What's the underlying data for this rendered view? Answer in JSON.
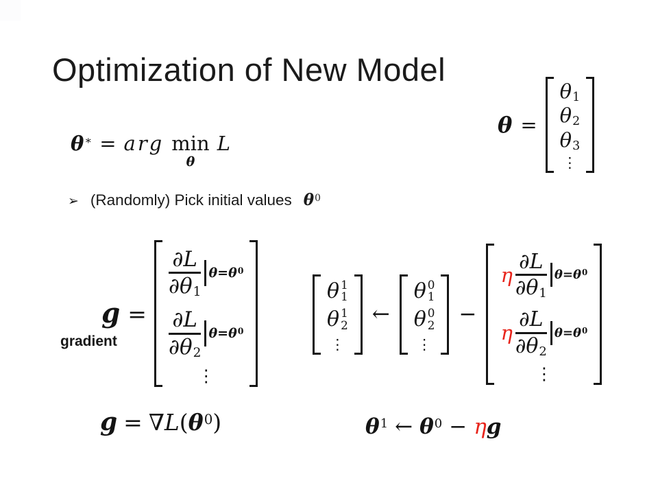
{
  "slide": {
    "title": "Optimization of New Model",
    "accent_red": "#e8251c"
  },
  "theta_def": {
    "lhs": "θ",
    "eq": "=",
    "rows": [
      {
        "base": "θ",
        "sub": "1"
      },
      {
        "base": "θ",
        "sub": "2"
      },
      {
        "base": "θ",
        "sub": "3"
      }
    ],
    "dots": "⋮"
  },
  "argmin": {
    "theta": "θ",
    "star": "∗",
    "eq": "=",
    "arg": "arg",
    "min": "min",
    "min_sub": "θ",
    "loss": "L"
  },
  "bullet": {
    "marker": "➢",
    "text": "(Randomly) Pick initial values",
    "theta": "θ",
    "sup": "0"
  },
  "gradient": {
    "label": "gradient",
    "lhs": "g",
    "eq": "=",
    "rows": [
      {
        "num": "∂L",
        "den": "∂θ",
        "den_sub": "1",
        "cond": "θ=θ",
        "cond_sup": "0"
      },
      {
        "num": "∂L",
        "den": "∂θ",
        "den_sub": "2",
        "cond": "θ=θ",
        "cond_sup": "0"
      }
    ],
    "dots": "⋮"
  },
  "update": {
    "vec_new": {
      "rows": [
        {
          "base": "θ",
          "sup": "1",
          "sub": "1"
        },
        {
          "base": "θ",
          "sup": "1",
          "sub": "2"
        }
      ],
      "dots": "⋮"
    },
    "arrow": "←",
    "vec_old": {
      "rows": [
        {
          "base": "θ",
          "sup": "0",
          "sub": "1"
        },
        {
          "base": "θ",
          "sup": "0",
          "sub": "2"
        }
      ],
      "dots": "⋮"
    },
    "minus": "−",
    "vec_grad": {
      "rows": [
        {
          "eta": "η",
          "num": "∂L",
          "den": "∂θ",
          "den_sub": "1",
          "cond": "θ=θ",
          "cond_sup": "0"
        },
        {
          "eta": "η",
          "num": "∂L",
          "den": "∂θ",
          "den_sub": "2",
          "cond": "θ=θ",
          "cond_sup": "0"
        }
      ],
      "dots": "⋮"
    }
  },
  "grad_formula": {
    "lhs": "g",
    "eq": "=",
    "nabla": "∇",
    "loss": "L",
    "lparen": "(",
    "theta": "θ",
    "sup": "0",
    "rparen": ")"
  },
  "update_formula": {
    "lhs": "θ",
    "lhs_sup": "1",
    "arrow": "←",
    "rhs": "θ",
    "rhs_sup": "0",
    "minus": "−",
    "eta": "η",
    "g": "g"
  }
}
